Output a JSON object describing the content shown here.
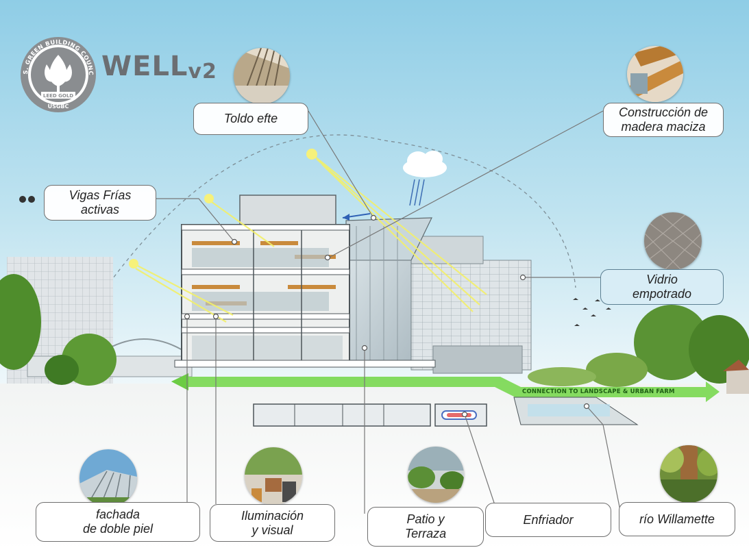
{
  "brand": {
    "logo_ring_text": "U.S. GREEN BUILDING COUNCIL",
    "logo_badge_text": "LEED GOLD",
    "logo_bottom_text": "USGBC",
    "logo_icon": "leaf-emblem-icon",
    "well_text": "WELL",
    "well_version": "v2"
  },
  "ground_arrow_label": "CONNECTION TO LANDSCAPE & URBAN FARM",
  "callouts": {
    "toldo": "Toldo efte",
    "madera": "Construcción de\nmadera maciza",
    "vigas": "Vigas Frías\nactivas",
    "vidrio": "Vidrio\nempotrado",
    "fachada": "fachada\nde doble piel",
    "iluminacion": "Iluminación\ny visual",
    "patio": "Patio y\nTerraza",
    "enfriador": "Enfriador",
    "rio": "río Willamette"
  },
  "colors": {
    "sky_top": "#8fcde6",
    "sky_bottom": "#e6f4f8",
    "green_arrow": "#7ed957",
    "callout_border": "#6e6e6e",
    "callout_blue": "#d8edf6",
    "wood": "#c98a3c"
  }
}
